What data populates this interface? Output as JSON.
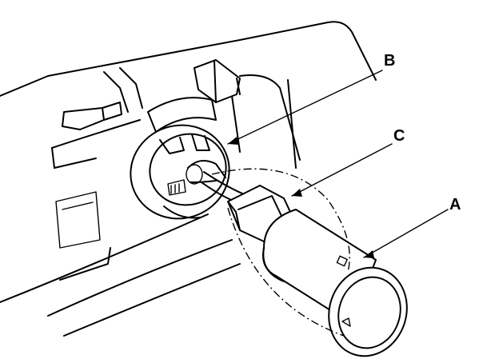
{
  "callouts": {
    "a": {
      "label": "A"
    },
    "b": {
      "label": "B"
    },
    "c": {
      "label": "C"
    }
  },
  "colors": {
    "line": "#000000",
    "background": "#ffffff"
  }
}
